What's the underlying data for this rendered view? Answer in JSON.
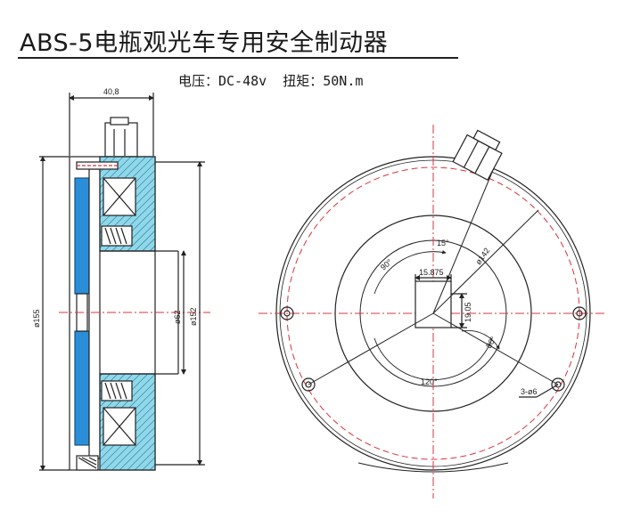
{
  "title": "ABS-5电瓶观光车专用安全制动器",
  "specs": "电压：DC-48v  扭矩：50N.m",
  "dimensions": {
    "width_top": "40,8",
    "outer_dia_left": "ø155",
    "outer_dia_right": "ø152",
    "inner_dia": "ø62",
    "bolt_circle": "ø142",
    "shaft_width": "15.875",
    "shaft_height": "19.05",
    "hole_spec": "3-ø6",
    "angle_15": "15°",
    "angle_90": "90°",
    "angle_80": "80°",
    "angle_120": "120°"
  },
  "colors": {
    "red_centerline": "#d9343f",
    "blue_disc": "#2a8fd8",
    "cyan_body": "#8ed8ec"
  }
}
